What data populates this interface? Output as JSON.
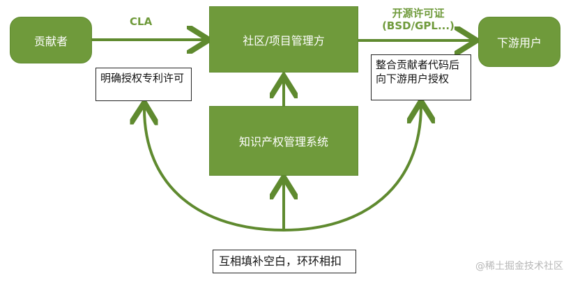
{
  "nodes": {
    "contributor": "贡献者",
    "community": "社区/项目管理方",
    "downstream": "下游用户",
    "ip_system": "知识产权管理系统"
  },
  "edge_labels": {
    "cla": "CLA",
    "license_line1": "开源许可证",
    "license_line2": "(BSD/GPL...)"
  },
  "notes": {
    "patent": "明确授权专利许可",
    "integrate": "整合贡献者代码后向下游用户授权",
    "bottom": "互相填补空白，环环相扣"
  },
  "watermark": "@稀土掘金技术社区",
  "colors": {
    "node_fill": "#6f9a3b",
    "arrow": "#5f8a2f",
    "text_dark": "#111111"
  }
}
